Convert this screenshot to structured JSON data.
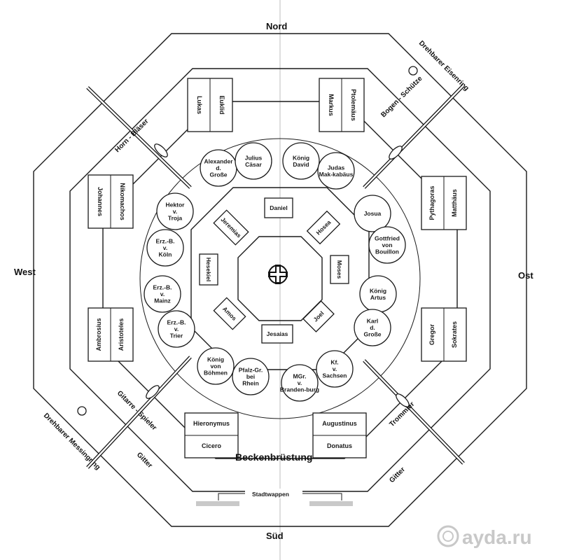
{
  "directions": {
    "north": "Nord",
    "south": "Süd",
    "west": "West",
    "east": "Ost"
  },
  "rings": {
    "turning_iron": "Drehbarer Eisenring",
    "turning_brass": "Drehbarer Messingring"
  },
  "musicians": {
    "horn": "Horn - Bläser",
    "bow": "Bogen - Schütze",
    "guitar": "Gitarre - Spieler",
    "drum": "Trommler"
  },
  "outer_figures": {
    "euklid": "Euklid",
    "lukas": "Lukas",
    "ptolemaus": "Ptolemäus",
    "markus": "Markus",
    "nikomachos": "Nikomachos",
    "johannes": "Johannes",
    "pythagoras": "Pythagoras",
    "matthaus": "Matthäus",
    "ambrosius": "Ambrosius",
    "aristoteles": "Aristoteles",
    "gregor": "Gregor",
    "sokrates": "Sokrates",
    "hieronymus": "Hieronymus",
    "cicero": "Cicero",
    "augustinus": "Augustinus",
    "donatus": "Donatus"
  },
  "medallions": {
    "alexander": "Alexander d. Große",
    "julius": "Julius Cäsar",
    "david": "König David",
    "judas": "Judas Mak-kabäus",
    "hektor": "Hektor v. Troja",
    "josua": "Josua",
    "koln": "Erz.-B. v. Köln",
    "gottfried": "Gottfried von Bouillon",
    "mainz": "Erz.-B. v. Mainz",
    "artus": "König Artus",
    "trier": "Erz.-B. v. Trier",
    "karl": "Karl d. Große",
    "bohmen": "König von Böhmen",
    "pfalz": "Pfalz-Gr. bei Rhein",
    "brandenburg": "MGr. v. Branden-burg",
    "sachsen": "Kf. v. Sachsen"
  },
  "prophets": {
    "daniel": "Daniel",
    "jeremias": "Jeremias",
    "hosea": "Hosea",
    "hesekiel": "Hesekiel",
    "moses": "Moses",
    "amos": "Amos",
    "joel": "Joel",
    "jesaias": "Jesaias"
  },
  "labels": {
    "basin": "Beckenbrüstung",
    "coat": "Stadtwappen",
    "grille_left": "Gitter",
    "grille_right": "Gitter"
  },
  "watermark": "ayda.ru"
}
